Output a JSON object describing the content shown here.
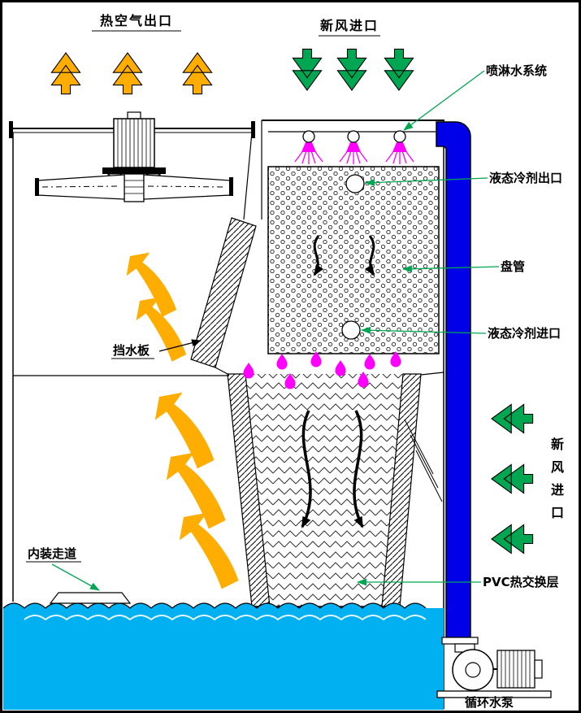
{
  "labels": {
    "hot_air_outlet": "热空气出口",
    "fresh_air_inlet_top": "新风进口",
    "spray_water_system": "喷淋水系统",
    "liquid_refrigerant_outlet": "液态冷剂出口",
    "coil": "盘管",
    "liquid_refrigerant_inlet": "液态冷剂进口",
    "water_baffle": "挡水板",
    "fresh_air_inlet_side": "新风进口",
    "fresh_air_inlet_side_chars": [
      "新",
      "风",
      "进",
      "口"
    ],
    "pvc_heat_exchange_layer": "PVC热交换层",
    "internal_walkway": "内装走道",
    "circulating_water_pump": "循环水泵"
  },
  "colors": {
    "hot_air_arrow": "#FFAD00",
    "fresh_air_arrow": "#00A651",
    "leader_line": "#00A651",
    "pipe": "#0000E8",
    "water": "#00B0F0",
    "spray": "#FF00FF",
    "outline": "#000000",
    "background": "#FFFFFF"
  }
}
